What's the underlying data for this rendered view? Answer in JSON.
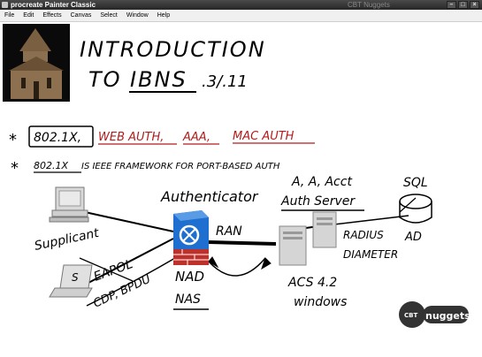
{
  "window": {
    "title": "procreate Painter Classic",
    "watermark_top": "CBT Nuggets"
  },
  "menu": [
    "File",
    "Edit",
    "Effects",
    "Canvas",
    "Select",
    "Window",
    "Help"
  ],
  "slide": {
    "title_line1": "INTRODUCTION",
    "title_line2a": "TO ",
    "title_line2b": "IBNS",
    "title_line2c": " .3/.11",
    "bullet1": {
      "marker": "*",
      "item1": "802.1X,",
      "item2": "WEB AUTH,",
      "item3": "AAA,",
      "item4": "MAC AUTH"
    },
    "bullet2": {
      "marker": "*",
      "item1": "802.1X",
      "rest": " IS IEEE FRAMEWORK FOR PORT-BASED AUTH"
    }
  },
  "diagram": {
    "authenticator": "Authenticator",
    "aaa": "A, A, Acct",
    "auth_server": "Auth Server",
    "sql": "SQL",
    "supplicant": "Supplicant",
    "laptop_letter": "S",
    "eapol": "EAPOL",
    "cdp": "CDP, BPDU",
    "ran": "RAN",
    "radius": "RADIUS",
    "ad": "AD",
    "diameter": "DIAMETER",
    "nad": "NAD",
    "nas": "NAS",
    "acs": "ACS 4.2",
    "windows": "windows"
  },
  "logo": {
    "cbt": "CBT",
    "nuggets": "nuggets"
  },
  "colors": {
    "ink": "#000000",
    "red_ink": "#b31b1b",
    "switch_blue": "#1e6fd0",
    "firewall_red": "#c0302a"
  }
}
